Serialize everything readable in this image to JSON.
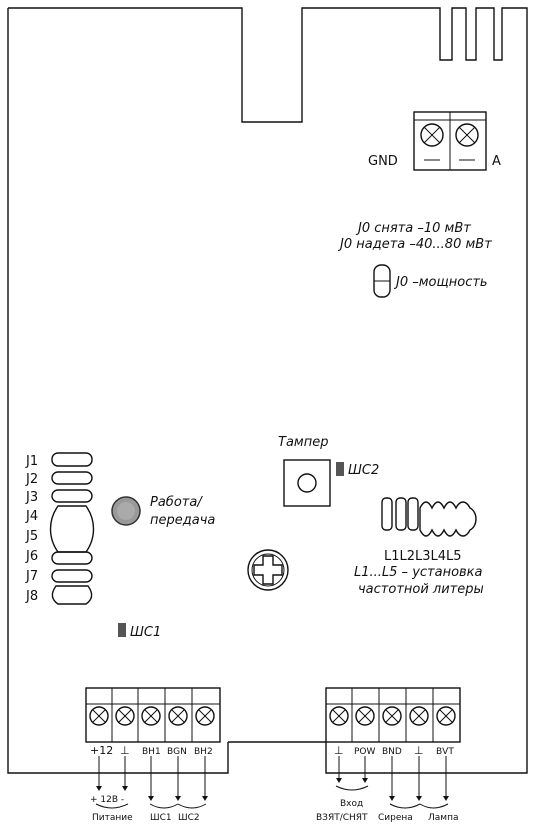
{
  "antenna": {
    "gnd_label": "GND",
    "a_label": "A"
  },
  "power_note": {
    "line1": "J0 снята –10 мВт",
    "line2": "J0 надета –40...80 мВт",
    "jumper_label": "J0 –мощность"
  },
  "jumpers": {
    "labels": [
      "J1",
      "J2",
      "J3",
      "J4",
      "J5",
      "J6",
      "J7",
      "J8"
    ]
  },
  "led": {
    "line1": "Работа/",
    "line2": "передача"
  },
  "tamper": {
    "title": "Тампер",
    "shc2": "ШС2"
  },
  "litera": {
    "header": "L1L2L3L4L5",
    "line1": "L1...L5 – установка",
    "line2": "частотной литеры"
  },
  "shc1": "ШС1",
  "left_terminal": {
    "pins": [
      "+12",
      "⊥",
      "ВН1",
      "ВGN",
      "ВН2"
    ],
    "below_pm": "+  12В  -",
    "group_power": "Питание",
    "group_shc1": "ШС1",
    "group_shc2": "ШС2"
  },
  "right_terminal": {
    "pins": [
      "⊥",
      "РОW",
      "ВND",
      "⊥",
      "ВVТ"
    ],
    "input_line1": "Вход",
    "input_line2": "ВЗЯТ/СНЯТ",
    "group_siren": "Сирена",
    "group_lamp": "Лампа"
  }
}
